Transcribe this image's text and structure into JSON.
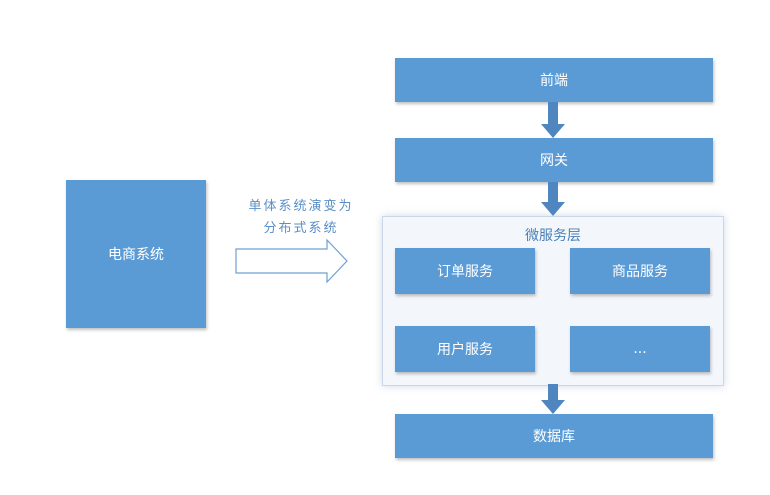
{
  "left": {
    "label": "电商系统"
  },
  "evolution": {
    "line1": "单体系统演变为",
    "line2": "分布式系统"
  },
  "layers": {
    "frontend": "前端",
    "gateway": "网关",
    "microservices": {
      "title": "微服务层",
      "services": [
        "订单服务",
        "商品服务",
        "用户服务",
        "..."
      ]
    },
    "database": "数据库"
  },
  "colors": {
    "box": "#5b9bd5",
    "arrow": "#4f86c0",
    "container_bg": "#f3f7fb",
    "label_text": "#5b8fc7"
  }
}
